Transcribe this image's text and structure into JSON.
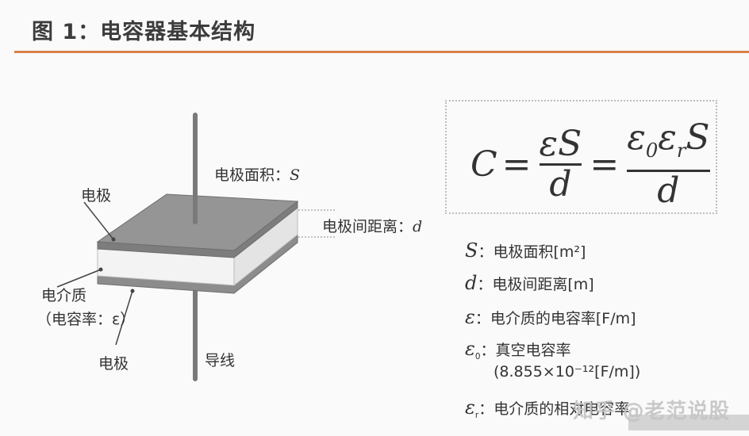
{
  "header": {
    "title": "图 1：电容器基本结构",
    "accent_color": "#d9824a"
  },
  "diagram": {
    "labels": {
      "top_electrode": "电极",
      "electrode_area": "电极面积：",
      "electrode_area_symbol": "S",
      "electrode_distance": "电极间距离：",
      "electrode_distance_symbol": "d",
      "dielectric": "电介质",
      "dielectric_permittivity": "（电容率：ε）",
      "bottom_electrode": "电极",
      "lead_wire": "导线"
    },
    "colors": {
      "electrode": "#8c8c8c",
      "electrode_edge": "#6e6e6e",
      "dielectric": "#f0f0f0",
      "wire": "#7a7a7a"
    }
  },
  "formula": {
    "lhs": "C",
    "eq1": "=",
    "frac1_num": "εS",
    "frac1_den": "d",
    "eq2": "=",
    "frac2_num_a": "ε",
    "frac2_num_a_sub": "0",
    "frac2_num_b": "ε",
    "frac2_num_b_sub": "r",
    "frac2_num_c": "S",
    "frac2_den": "d"
  },
  "legend": [
    {
      "symbol": "S",
      "sub": "",
      "text": "：电极面积[m²]"
    },
    {
      "symbol": "d",
      "sub": "",
      "text": "：电极间距离[m]"
    },
    {
      "symbol": "ε",
      "sub": "",
      "text": "：电介质的电容率[F/m]"
    },
    {
      "symbol": "ε",
      "sub": "0",
      "text": "：真空电容率",
      "text2": "(8.855×10⁻¹²[F/m])"
    },
    {
      "symbol": "ε",
      "sub": "r",
      "text": "：电介质的相对电容率"
    }
  ],
  "watermark": "知乎 @老范说股"
}
